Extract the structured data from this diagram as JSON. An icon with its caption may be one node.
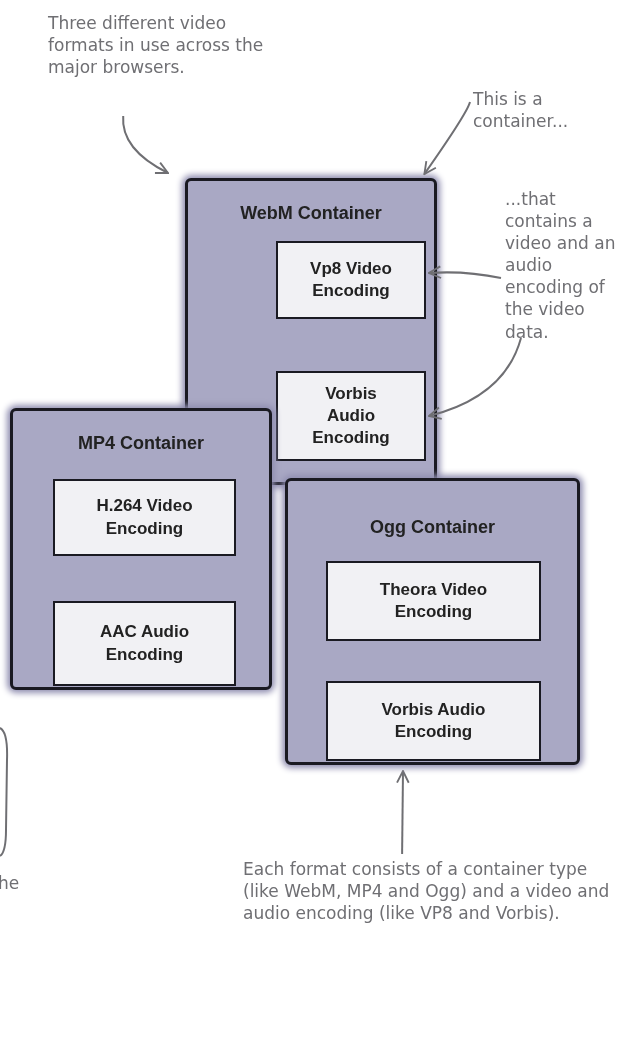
{
  "diagram": {
    "nodes": [
      {
        "text": [
          "Three different video formats in use across the major browsers."
        ]
      },
      {
        "text": [
          "This is a container..."
        ]
      },
      {
        "text": [
          "...that contains a video and an audio encoding of the video data."
        ]
      },
      {
        "text": [
          "WebM Container"
        ]
      },
      {
        "text": [
          "Vp8 Video Encoding"
        ],
        "in": 3
      },
      {
        "text": [
          "Vorbis Audio Encoding"
        ],
        "in": 3
      },
      {
        "text": [
          "MP4 Container"
        ]
      },
      {
        "text": [
          "H.264 Video Encoding"
        ],
        "in": 6
      },
      {
        "text": [
          "AAC Audio Encoding"
        ],
        "in": 6
      },
      {
        "text": [
          "Ogg Container"
        ]
      },
      {
        "text": [
          "Theora Video Encoding"
        ],
        "in": 9
      },
      {
        "text": [
          "Vorbis Audio Encoding"
        ],
        "in": 9
      },
      {
        "text": [
          "Each format consists of a container type (like WebM, MP4 and Ogg) and a video and audio encoding (like VP8 and Vorbis)."
        ]
      }
    ],
    "edges": [
      {
        "from": 0,
        "to": 3,
        "arrow": "to"
      },
      {
        "from": 1,
        "to": 3,
        "arrow": "to"
      },
      {
        "from": 2,
        "to": 4,
        "arrow": "to"
      },
      {
        "from": 2,
        "to": 5,
        "arrow": "to"
      },
      {
        "from": 12,
        "to": 9,
        "arrow": "to"
      }
    ],
    "labels": [
      "he"
    ]
  }
}
